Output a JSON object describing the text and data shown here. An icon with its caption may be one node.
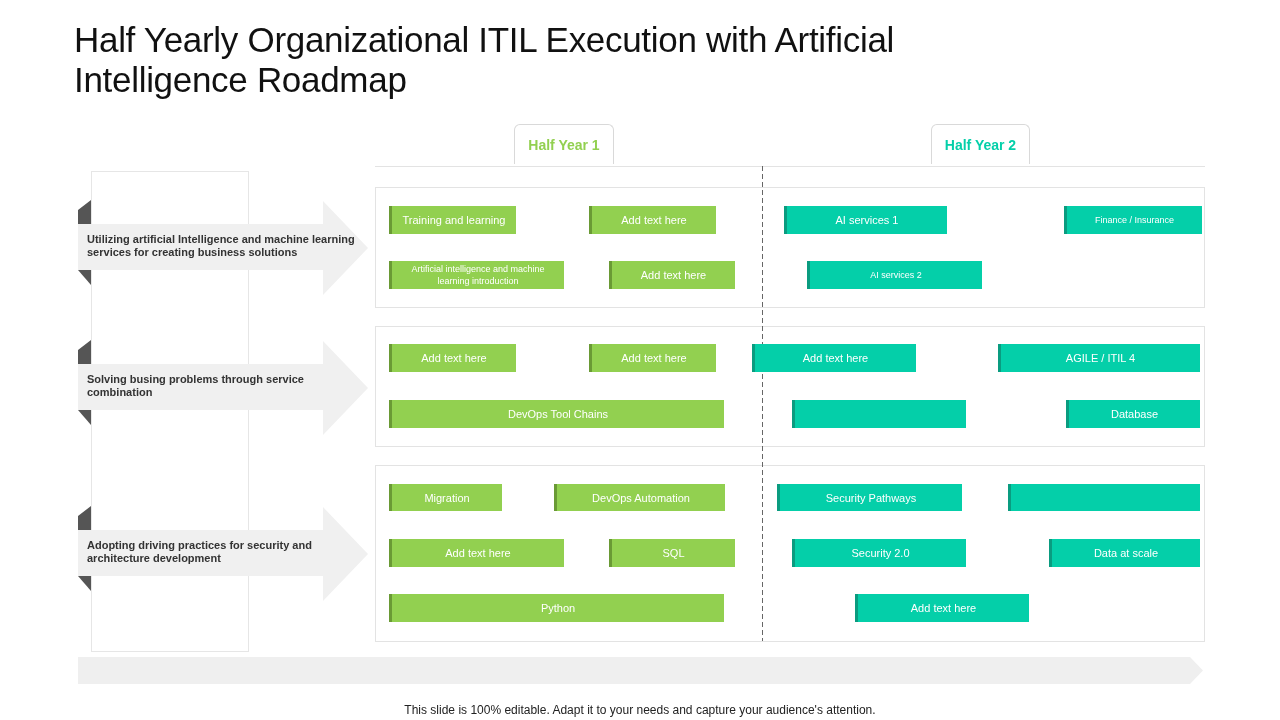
{
  "diagram": {
    "title": "Half Yearly Organizational ITIL Execution with Artificial Intelligence Roadmap",
    "nodes": [
      {
        "text": [
          "Half Year 1"
        ]
      },
      {
        "text": [
          "Half Year 2"
        ]
      },
      {
        "text": [
          "Utilizing artificial Intelligence and machine learning services for creating business solutions"
        ]
      },
      {
        "text": [
          "Solving busing problems through service combination"
        ]
      },
      {
        "text": [
          "Adopting driving practices for security and architecture development"
        ]
      },
      {
        "text": [
          "Training and learning"
        ]
      },
      {
        "text": [
          "Add text here"
        ]
      },
      {
        "text": [
          "AI services 1"
        ]
      },
      {
        "text": [
          "Finance / Insurance"
        ]
      },
      {
        "text": [
          "Artificial intelligence and machine learning introduction"
        ]
      },
      {
        "text": [
          "Add text here"
        ]
      },
      {
        "text": [
          "AI services 2"
        ]
      },
      {
        "text": [
          "Add text here"
        ]
      },
      {
        "text": [
          "Add text here"
        ]
      },
      {
        "text": [
          "Add text here"
        ]
      },
      {
        "text": [
          "AGILE / ITIL 4"
        ]
      },
      {
        "text": [
          "DevOps Tool Chains"
        ]
      },
      {
        "text": [],
        "shape": "bar"
      },
      {
        "text": [
          "Database"
        ]
      },
      {
        "text": [
          "Migration"
        ]
      },
      {
        "text": [
          "DevOps Automation"
        ]
      },
      {
        "text": [
          "Security Pathways"
        ]
      },
      {
        "text": [],
        "shape": "bar"
      },
      {
        "text": [
          "Add text here"
        ]
      },
      {
        "text": [
          "SQL"
        ]
      },
      {
        "text": [
          "Security 2.0"
        ]
      },
      {
        "text": [
          "Data at scale"
        ]
      },
      {
        "text": [
          "Python"
        ]
      },
      {
        "text": [
          "Add text here"
        ]
      }
    ],
    "labels": [
      "This slide is 100% editable. Adapt it to your needs and capture your audience's attention."
    ]
  }
}
